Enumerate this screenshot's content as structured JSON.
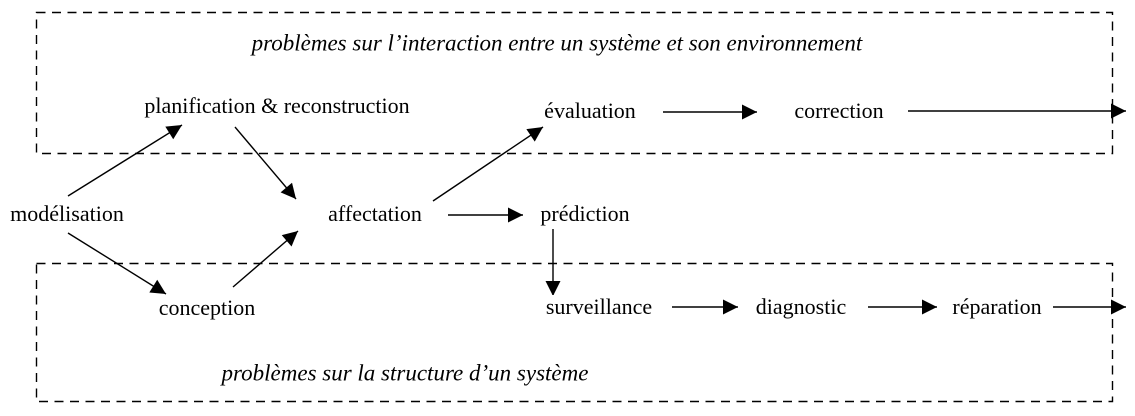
{
  "diagram": {
    "background_color": "#ffffff",
    "line_color": "#000000",
    "top_box": {
      "title": "problèmes sur l’interaction entre un système et son environnement"
    },
    "bottom_box": {
      "title": "problèmes sur la structure d’un système"
    },
    "nodes": {
      "modelisation": "modélisation",
      "planification_reconstruction": "planification & reconstruction",
      "conception": "conception",
      "affectation": "affectation",
      "evaluation": "évaluation",
      "correction": "correction",
      "prediction": "prédiction",
      "surveillance": "surveillance",
      "diagnostic": "diagnostic",
      "reparation": "réparation"
    },
    "edges": [
      {
        "from": "modelisation",
        "to": "planification_reconstruction"
      },
      {
        "from": "modelisation",
        "to": "conception"
      },
      {
        "from": "planification_reconstruction",
        "to": "affectation"
      },
      {
        "from": "conception",
        "to": "affectation"
      },
      {
        "from": "affectation",
        "to": "evaluation"
      },
      {
        "from": "affectation",
        "to": "prediction"
      },
      {
        "from": "evaluation",
        "to": "correction"
      },
      {
        "from": "correction",
        "to": "exit-right-of-top-box"
      },
      {
        "from": "prediction",
        "to": "surveillance"
      },
      {
        "from": "surveillance",
        "to": "diagnostic"
      },
      {
        "from": "diagnostic",
        "to": "reparation"
      },
      {
        "from": "reparation",
        "to": "exit-right-of-bottom-box"
      }
    ]
  }
}
